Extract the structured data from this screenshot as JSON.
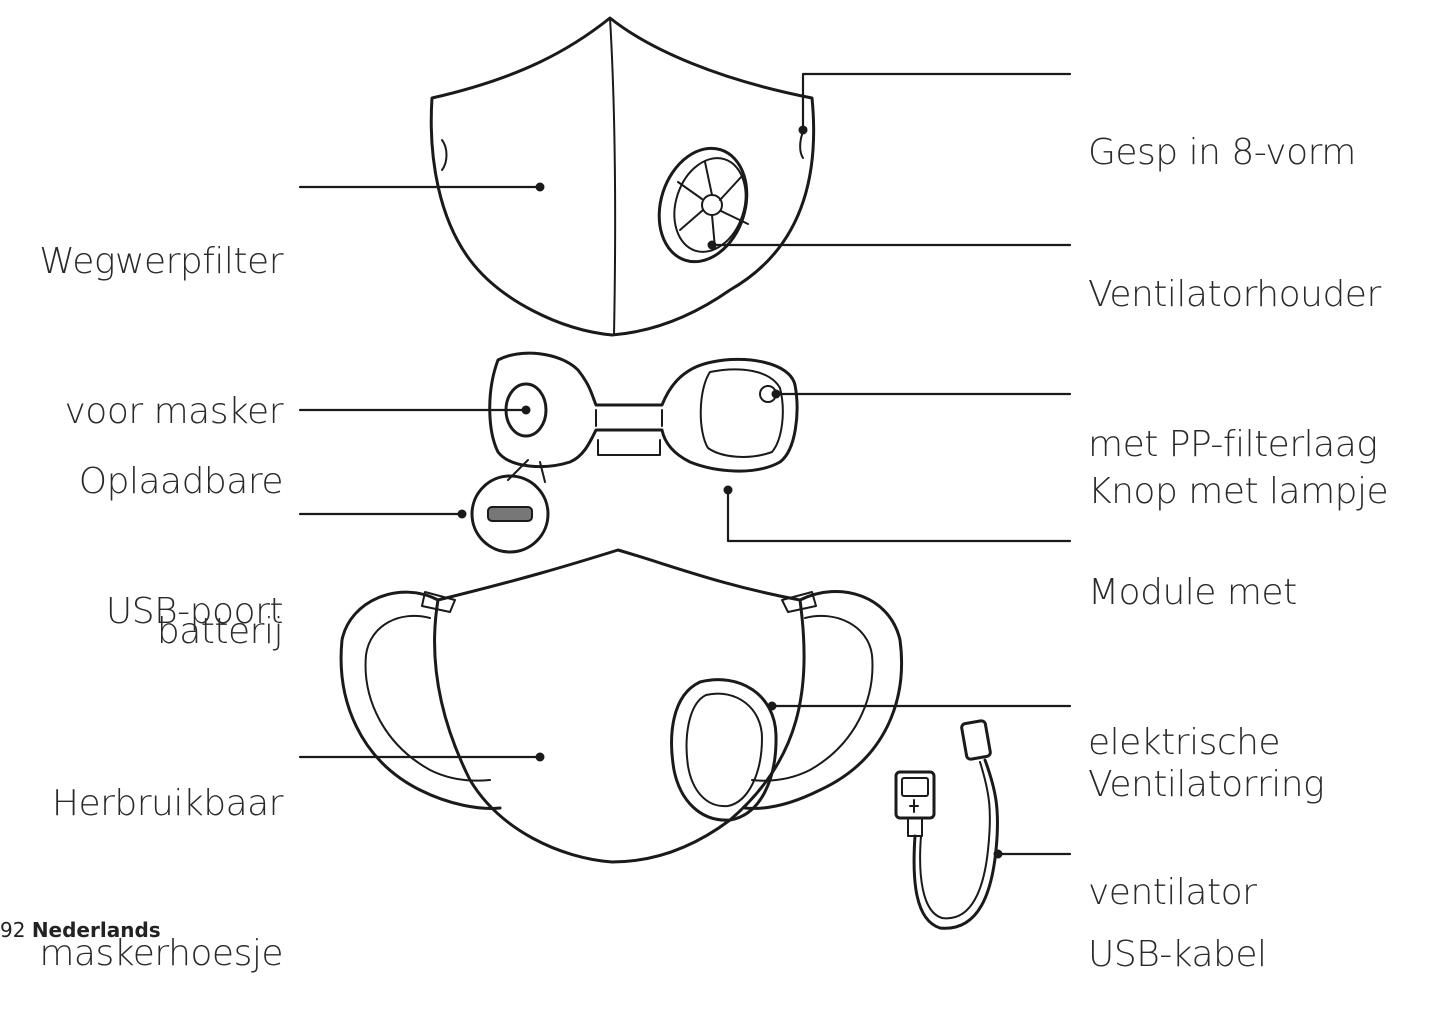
{
  "labels": {
    "buckle": "Gesp in 8-vorm",
    "filter_l1": "Wegwerpfilter",
    "filter_l2": "voor masker",
    "fanholder_l1": "Ventilatorhouder",
    "fanholder_l2": "met PP-filterlaag",
    "battery_l1": "Oplaadbare",
    "battery_l2": "batterij",
    "button": "Knop met lampje",
    "usbport": "USB-poort",
    "module_l1": "Module met",
    "module_l2": "elektrische",
    "module_l3": "ventilator",
    "cover_l1": "Herbruikbaar",
    "cover_l2": "maskerhoesje",
    "ring": "Ventilatorring",
    "cable": "USB-kabel"
  },
  "footer": {
    "page_number": "92",
    "language": "Nederlands"
  },
  "colors": {
    "line": "#1a1a1a",
    "text": "#2a2a2a"
  }
}
